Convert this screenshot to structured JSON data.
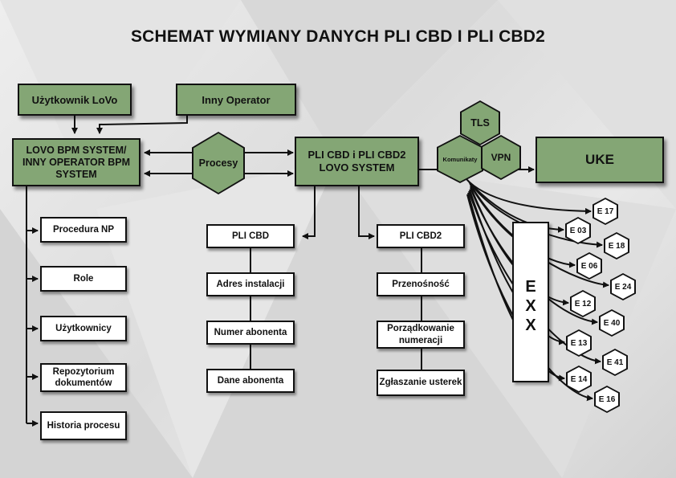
{
  "title": "SCHEMAT WYMIANY DANYCH PLI CBD I PLI CBD2",
  "boxes": {
    "uzytkownik": "Użytkownik LoVo",
    "inny_operator": "Inny Operator",
    "lovo_bpm": "LOVO BPM SYSTEM/ INNY OPERATOR BPM SYSTEM",
    "pli_system": "PLI CBD i PLI CBD2 LOVO SYSTEM",
    "uke": "UKE"
  },
  "hexes": {
    "procesy": "Procesy",
    "tls": "TLS",
    "komunikaty": "Komunikaty",
    "vpn": "VPN"
  },
  "bpm_items": [
    "Procedura NP",
    "Role",
    "Użytkownicy",
    "Repozytorium dokumentów",
    "Historia procesu"
  ],
  "pli_cbd_items": [
    "PLI CBD",
    "Adres instalacji",
    "Numer abonenta",
    "Dane abonenta"
  ],
  "pli_cbd2_items": [
    "PLI CBD2",
    "Przenośność",
    "Porządkowanie numeracji",
    "Zgłaszanie usterek"
  ],
  "exx_letters": [
    "E",
    "X",
    "X"
  ],
  "e_codes": [
    "E 17",
    "E 03",
    "E 18",
    "E 06",
    "E 24",
    "E 12",
    "E 40",
    "E 13",
    "E 41",
    "E 14",
    "E 16"
  ],
  "colors": {
    "box_green": "#84a675",
    "line": "#111111",
    "white_box": "#ffffff"
  }
}
